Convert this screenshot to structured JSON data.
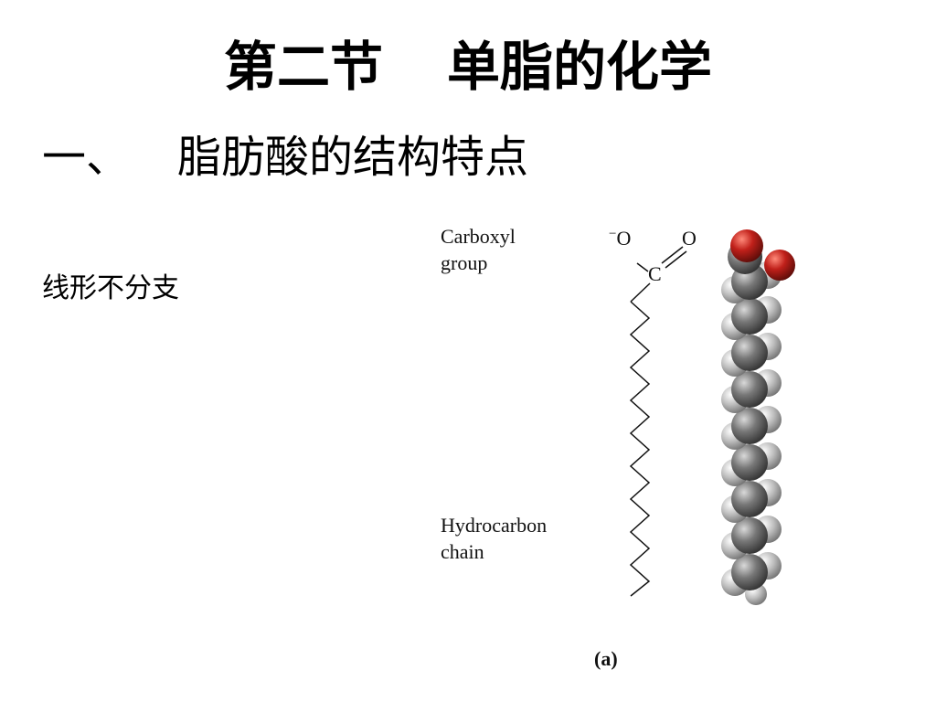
{
  "title": {
    "part1": "第二节",
    "part2": "单脂的化学"
  },
  "heading": {
    "number": "一、",
    "text": "脂肪酸的结构特点"
  },
  "note": "线形不分支",
  "figure": {
    "carboxyl_line1": "Carboxyl",
    "carboxyl_line2": "group",
    "hydrocarbon_line1": "Hydrocarbon",
    "hydrocarbon_line2": "chain",
    "atom_o_minus": "O",
    "atom_charge": "−",
    "atom_o": "O",
    "atom_c": "C",
    "panel_label": "(a)",
    "colors": {
      "oxygen": "#c0201a",
      "carbon": "#555555",
      "hydrogen": "#bdbdbd"
    }
  }
}
